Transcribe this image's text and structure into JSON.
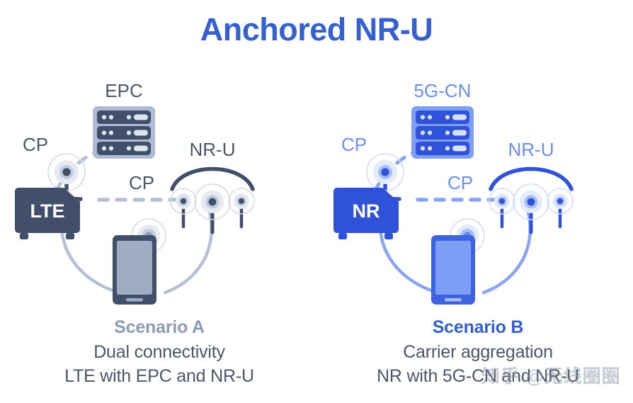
{
  "title": "Anchored NR-U",
  "watermark": "知乎 @无线圈圈",
  "colors": {
    "title_blue": "#3560cf",
    "accent_blue": "#2f52d8",
    "light_blue": "#6b8ef0",
    "pale_blue": "#a8bdf4",
    "dark_navy": "#414f6b",
    "mid_gray_blue": "#8e9bb3",
    "pale_gray_blue": "#b6c0d4",
    "caption_text": "#4b5669",
    "background": "#ffffff"
  },
  "scenarios": [
    {
      "id": "a",
      "scenario_label": "Scenario A",
      "desc_line1": "Dual connectivity",
      "desc_line2": "LTE with EPC and NR-U",
      "core_label": "EPC",
      "core_icon": "server-rack-icon",
      "base_station_label": "LTE",
      "base_station_icon": "base-station-icon",
      "radio_label": "NR-U",
      "radio_icon": "antenna-cluster-icon",
      "device_icon": "smartphone-icon",
      "link_core_label": "CP",
      "link_radio_label": "CP",
      "theme": "gray"
    },
    {
      "id": "b",
      "scenario_label": "Scenario B",
      "desc_line1": "Carrier aggregation",
      "desc_line2": "NR with 5G-CN and NR-U",
      "core_label": "5G-CN",
      "core_icon": "server-rack-icon",
      "base_station_label": "NR",
      "base_station_icon": "base-station-icon",
      "radio_label": "NR-U",
      "radio_icon": "antenna-cluster-icon",
      "device_icon": "smartphone-icon",
      "link_core_label": "CP",
      "link_radio_label": "CP",
      "theme": "blue"
    }
  ]
}
